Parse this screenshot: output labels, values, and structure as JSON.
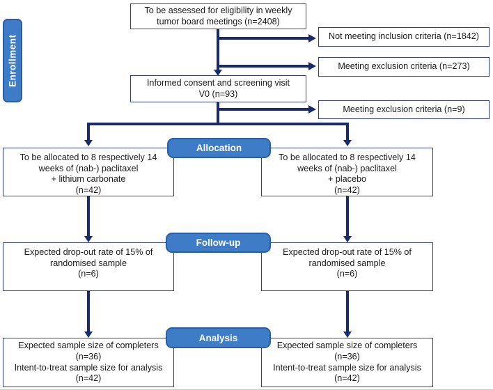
{
  "colors": {
    "arrow": "#1b2a6b",
    "box_border": "#32408a",
    "pill_fill": "#3e7cc7",
    "pill_border": "#2b5ca6",
    "pill_text": "#ffffff",
    "text_color": "#1a1a1a",
    "bg": "#ffffff"
  },
  "stage_labels": {
    "enrollment": "Enrollment",
    "allocation": "Allocation",
    "followup": "Follow-up",
    "analysis": "Analysis"
  },
  "boxes": {
    "eligibility": {
      "lines": [
        "To be assessed for eligibility in weekly",
        "tumor board meetings (n=2408)"
      ]
    },
    "not_inclusion": {
      "lines": [
        "Not meeting inclusion criteria (n=1842)"
      ]
    },
    "exclusion_273": {
      "lines": [
        "Meeting exclusion criteria (n=273)"
      ]
    },
    "consent": {
      "lines": [
        "Informed consent and screening visit",
        "V0 (n=93)"
      ]
    },
    "exclusion_9": {
      "lines": [
        "Meeting exclusion criteria (n=9)"
      ]
    },
    "alloc_left": {
      "lines": [
        "To be allocated to 8 respectively 14",
        "weeks of (nab-) paclitaxel",
        "+ lithium carbonate",
        "(n=42)"
      ]
    },
    "alloc_right": {
      "lines": [
        "To be allocated to 8 respectively 14",
        "weeks of (nab-) paclitaxel",
        "+ placebo",
        "(n=42)"
      ]
    },
    "followup_left": {
      "lines": [
        "Expected drop-out rate of 15% of",
        "randomised sample",
        "(n=6)"
      ]
    },
    "followup_right": {
      "lines": [
        "Expected drop-out rate of 15% of",
        "randomised sample",
        "(n=6)"
      ]
    },
    "analysis_left": {
      "lines": [
        "Expected sample size of completers",
        "(n=36)",
        "Intent-to-treat  sample size for analysis",
        "(n=42)"
      ]
    },
    "analysis_right": {
      "lines": [
        "Expected sample size of completers",
        "(n=36)",
        "Intent-to-treat  sample size for analysis",
        "(n=42)"
      ]
    }
  }
}
